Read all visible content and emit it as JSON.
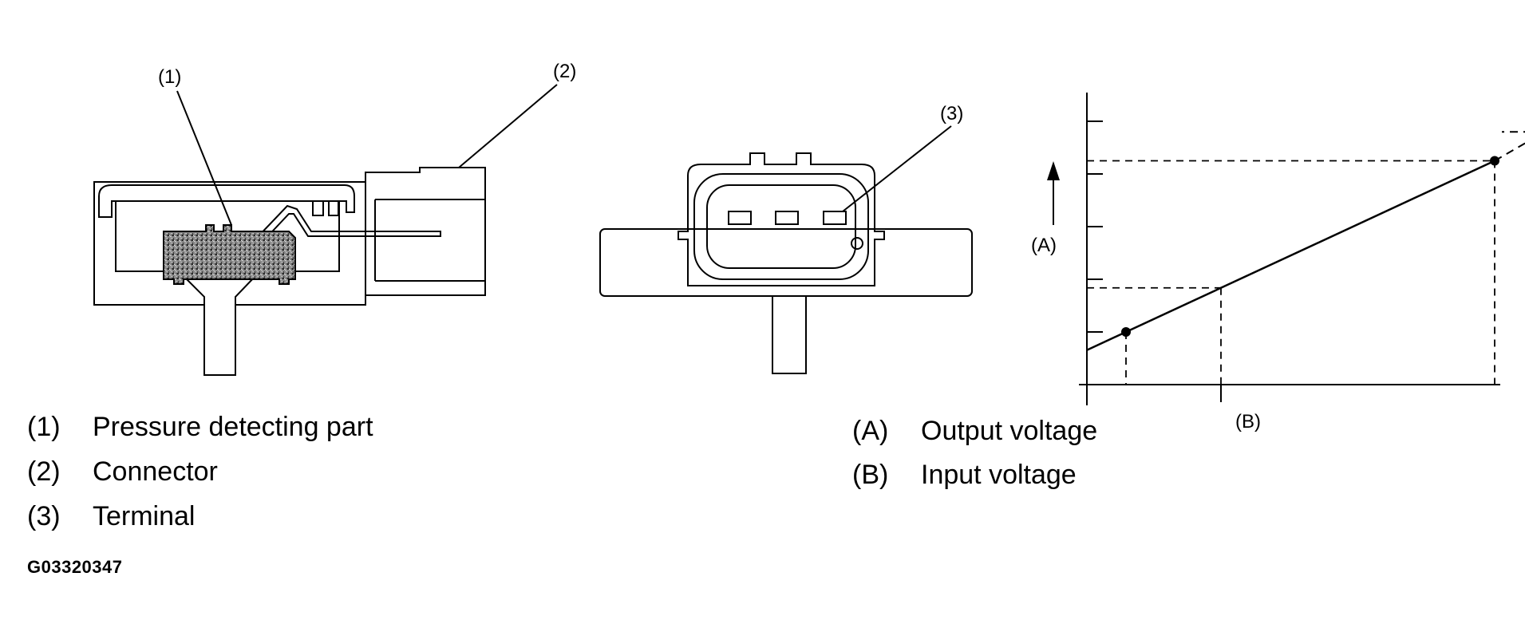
{
  "callouts": {
    "c1": "(1)",
    "c2": "(2)",
    "c3": "(3)",
    "ca": "(A)",
    "cb": "(B)"
  },
  "legend_left": [
    {
      "key": "(1)",
      "text": "Pressure detecting part"
    },
    {
      "key": "(2)",
      "text": "Connector"
    },
    {
      "key": "(3)",
      "text": "Terminal"
    }
  ],
  "legend_right": [
    {
      "key": "(A)",
      "text": "Output voltage"
    },
    {
      "key": "(B)",
      "text": "Input voltage"
    }
  ],
  "figure_code": "G03320347",
  "chart_data": {
    "type": "line",
    "x": [
      0.35,
      3.65
    ],
    "y": [
      1.0,
      4.25
    ],
    "xlabel": "(B)",
    "ylabel": "(A)",
    "ytick_count": 5,
    "grid": false
  }
}
